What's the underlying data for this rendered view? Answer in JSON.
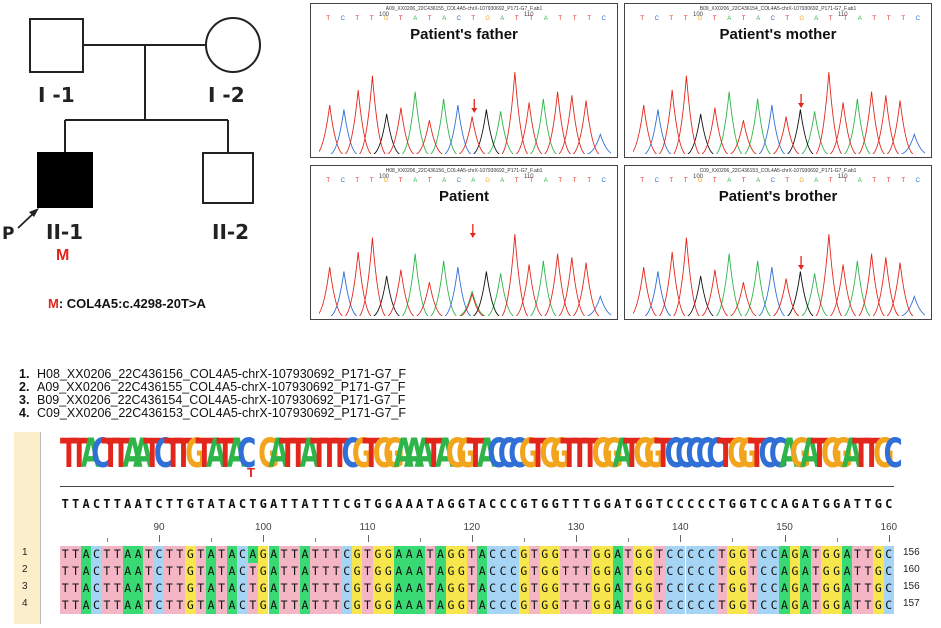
{
  "pedigree": {
    "gen1": [
      "I -1",
      "I -2"
    ],
    "gen2": [
      "II-1",
      "II-2"
    ],
    "proband_marker": "P",
    "mutation_marker": "M",
    "mutation_note_prefix": "M",
    "mutation_note": ": COL4A5:c.4298-20T>A"
  },
  "panels": [
    {
      "title": "Patient's father",
      "file": "A09_XX0206_22C436155_COL4A5-chrX-107930692_P171-G7_F.ab1",
      "bases": "TCTTGTATACTGATTATTTC",
      "n1": "100",
      "n2": "110"
    },
    {
      "title": "Patient's mother",
      "file": "B09_XX0206_22C436154_COL4A5-chrX-107930692_P171-G7_F.ab1",
      "bases": "TCTTGTATACTGATTATTTC",
      "n1": "100",
      "n2": "110"
    },
    {
      "title": "Patient",
      "file": "H08_XX0206_22C436156_COL4A5-chrX-107930692_P171-G7_F.ab1",
      "bases": "TCTTGTATACAGATTATTTC",
      "n1": "100",
      "n2": "110"
    },
    {
      "title": "Patient's brother",
      "file": "C09_XX0206_22C436153_COL4A5-chrX-107930692_P171-G7_F.ab1",
      "bases": "TCTTGTATACTGATTATTTC",
      "n1": "100",
      "n2": "110"
    }
  ],
  "alignment": {
    "files": [
      {
        "n": "1.",
        "name": "H08_XX0206_22C436156_COL4A5-chrX-107930692_P171-G7_F"
      },
      {
        "n": "2.",
        "name": "A09_XX0206_22C436155_COL4A5-chrX-107930692_P171-G7_F"
      },
      {
        "n": "3.",
        "name": "B09_XX0206_22C436154_COL4A5-chrX-107930692_P171-G7_F"
      },
      {
        "n": "4.",
        "name": "C09_XX0206_22C436153_COL4A5-chrX-107930692_P171-G7_F"
      }
    ],
    "logo_seq": "TTACTTAATCTTGTATAC GATTATTTCGTGGAAATAGGTACCCGTGGTTTGGATGGTCCCCCTGGTCCAGATGGATTGC",
    "consensus": "TTACTTAATCTTGTATACTGATTATTTCGTGGAAATAGGTACCCGTGGTTTGGATGGTCCCCCTGGTCCAGATGGATTGC",
    "ticks": [
      "90",
      "100",
      "110",
      "120",
      "130",
      "140",
      "150",
      "160"
    ],
    "rows": [
      {
        "label": "1",
        "seq": "TTACTTAATCTTGTATACAGATTATTTCGTGGAAATAGGTACCCGTGGTTTGGATGGTCCCCCTGGTCCAGATGGATTGC",
        "end": "156"
      },
      {
        "label": "2",
        "seq": "TTACTTAATCTTGTATACTGATTATTTCGTGGAAATAGGTACCCGTGGTTTGGATGGTCCCCCTGGTCCAGATGGATTGC",
        "end": "160"
      },
      {
        "label": "3",
        "seq": "TTACTTAATCTTGTATACTGATTATTTCGTGGAAATAGGTACCCGTGGTTTGGATGGTCCCCCTGGTCCAGATGGATTGC",
        "end": "156"
      },
      {
        "label": "4",
        "seq": "TTACTTAATCTTGTATACTGATTATTTCGTGGAAATAGGTACCCGTGGTTTGGATGGTCCCCCTGGTCCAGATGGATTGC",
        "end": "157"
      }
    ]
  },
  "colors": {
    "A": "#2fb44a",
    "C": "#2f6fd6",
    "G": "#f2a51c",
    "T": "#e3261b",
    "cellA": "#39d973",
    "cellC": "#a6d4f5",
    "cellG": "#f7e64c",
    "cellT": "#f4b5c5",
    "mutation": "#e3261b"
  }
}
